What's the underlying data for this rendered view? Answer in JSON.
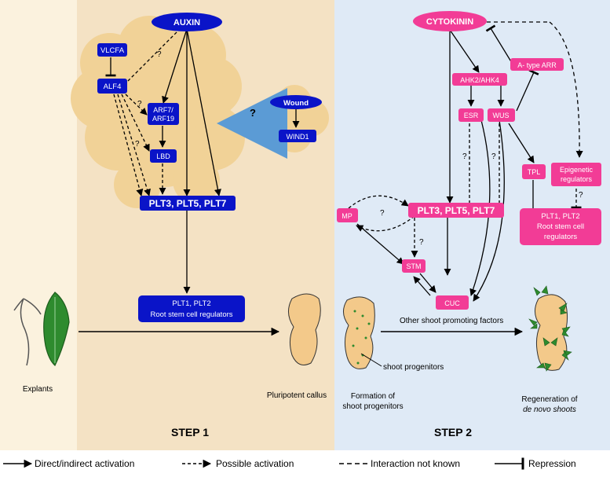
{
  "step1": {
    "title": "STEP 1",
    "auxin": "AUXIN",
    "vlcfa": "VLCFA",
    "alf4": "ALF4",
    "arf_line1": "ARF7/",
    "arf_line2": "ARF19",
    "lbd": "LBD",
    "plt": "PLT3, PLT5, PLT7",
    "plt12_line1": "PLT1, PLT2",
    "plt12_line2": "Root stem cell regulators",
    "wound": "Wound",
    "wind1": "WIND1"
  },
  "step2": {
    "title": "STEP 2",
    "cytokinin": "CYTOKININ",
    "a_type_arr": "A- type ARR",
    "ahk": "AHK2/AHK4",
    "esr": "ESR",
    "wus": "WUS",
    "tpl": "TPL",
    "epi_line1": "Epigenetic",
    "epi_line2": "regulators",
    "mp": "MP",
    "plt": "PLT3, PLT5, PLT7",
    "plt12_line1": "PLT1, PLT2",
    "plt12_line2": "Root stem cell",
    "plt12_line3": "regulators",
    "stm": "STM",
    "cuc": "CUC",
    "other": "Other shoot promoting factors"
  },
  "unknown_mark": "?",
  "stages": {
    "explants": "Explants",
    "callus": "Pluripotent callus",
    "formation_line1": "Formation of",
    "formation_line2": "shoot progenitors",
    "progenitors_label": "shoot progenitors",
    "regen_line1": "Regeneration of",
    "regen_line2": "de novo shoots"
  },
  "legend": {
    "activation": "Direct/indirect activation",
    "possible": "Possible activation",
    "unknown": "Interaction not known",
    "repression": "Repression"
  },
  "colors": {
    "step1_bg": "#f4e2c4",
    "outer_bg": "#fbf2de",
    "step2_bg": "#dfeaf6",
    "auxin_blue": "#0a14c8",
    "cytokinin_pink": "#f23c96",
    "cloud": "#f1d297",
    "callus": "#f3c98a",
    "wound_arrow": "#5b9bd5"
  }
}
